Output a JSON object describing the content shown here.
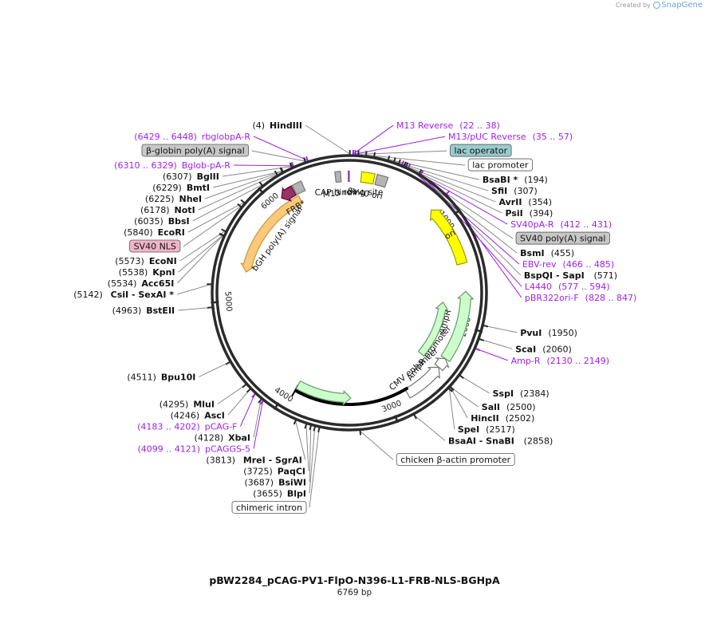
{
  "app": {
    "credit_prefix": "Created by",
    "brand": "SnapGene",
    "logo_icon": "snapgene-logo-icon"
  },
  "plasmid": {
    "name": "pBW2284_pCAG-PV1-FlpO-N396-L1-FRB-NLS-BGHpA",
    "length_label": "6769 bp",
    "length": 6769
  },
  "colors": {
    "backbone": "#2b2b2b",
    "site_text": "#111111",
    "primer_text": "#a020f0",
    "primer_line": "#a020f0",
    "leader": "#8a8a8a",
    "ori": "#ffff00",
    "ampr": "#ccffcc",
    "polya": "#f9c97c",
    "frb": "#993366",
    "gray_feature": "#b4b4b4",
    "lac_operator": "#99cccc",
    "sv40_nls": "#f0b4c8"
  },
  "ticks": [
    {
      "label": "1000",
      "pos": 1000
    },
    {
      "label": "2000",
      "pos": 2000
    },
    {
      "label": "3000",
      "pos": 3000
    },
    {
      "label": "4000",
      "pos": 4000
    },
    {
      "label": "5000",
      "pos": 5000
    },
    {
      "label": "6000",
      "pos": 6000
    }
  ],
  "labels": [
    {
      "id": "hindiii",
      "kind": "site",
      "side": "left",
      "pos": 4,
      "num": "(4)",
      "name": "HindIII"
    },
    {
      "id": "rbglobpa-r",
      "kind": "primer",
      "side": "left",
      "pos": 6440,
      "num": "(6429 .. 6448)",
      "name": "rbglobpA-R"
    },
    {
      "id": "beta-globin-polya",
      "kind": "box",
      "side": "left",
      "pos": 6420,
      "name": "β-globin poly(A) signal",
      "fill": "#c8c8c8"
    },
    {
      "id": "bglob-pa-r",
      "kind": "primer",
      "side": "left",
      "pos": 6320,
      "num": "(6310 .. 6329)",
      "name": "Bglob-pA-R"
    },
    {
      "id": "bglii",
      "kind": "site",
      "side": "left",
      "pos": 6307,
      "num": "(6307)",
      "name": "BglII"
    },
    {
      "id": "bmti",
      "kind": "site",
      "side": "left",
      "pos": 6229,
      "num": "(6229)",
      "name": "BmtI"
    },
    {
      "id": "nhei",
      "kind": "site",
      "side": "left",
      "pos": 6225,
      "num": "(6225)",
      "name": "NheI"
    },
    {
      "id": "noti",
      "kind": "site",
      "side": "left",
      "pos": 6178,
      "num": "(6178)",
      "name": "NotI"
    },
    {
      "id": "bbsi",
      "kind": "site",
      "side": "left",
      "pos": 6035,
      "num": "(6035)",
      "name": "BbsI"
    },
    {
      "id": "ecori",
      "kind": "site",
      "side": "left",
      "pos": 5840,
      "num": "(5840)",
      "name": "EcoRI"
    },
    {
      "id": "sv40-nls",
      "kind": "box",
      "side": "left",
      "pos": 5800,
      "name": "SV40 NLS",
      "fill": "#f0b4c8"
    },
    {
      "id": "econi",
      "kind": "site",
      "side": "left",
      "pos": 5573,
      "num": "(5573)",
      "name": "EcoNI"
    },
    {
      "id": "kpni",
      "kind": "site",
      "side": "left",
      "pos": 5538,
      "num": "(5538)",
      "name": "KpnI"
    },
    {
      "id": "acc65i",
      "kind": "site",
      "side": "left",
      "pos": 5534,
      "num": "(5534)",
      "name": "Acc65I"
    },
    {
      "id": "csi-sexai",
      "kind": "site",
      "side": "left",
      "pos": 5142,
      "num": "(5142)",
      "name": "CsiI  - SexAI *"
    },
    {
      "id": "bsteii",
      "kind": "site",
      "side": "left",
      "pos": 4963,
      "num": "(4963)",
      "name": "BstEII"
    },
    {
      "id": "bpu10i",
      "kind": "site",
      "side": "left",
      "pos": 4511,
      "num": "(4511)",
      "name": "Bpu10I"
    },
    {
      "id": "mlui",
      "kind": "site",
      "side": "left",
      "pos": 4295,
      "num": "(4295)",
      "name": "MluI"
    },
    {
      "id": "asci",
      "kind": "site",
      "side": "left",
      "pos": 4246,
      "num": "(4246)",
      "name": "AscI"
    },
    {
      "id": "pcag-f",
      "kind": "primer",
      "side": "left",
      "pos": 4192,
      "num": "(4183 .. 4202)",
      "name": "pCAG-F"
    },
    {
      "id": "xbai",
      "kind": "site",
      "side": "left",
      "pos": 4128,
      "num": "(4128)",
      "name": "XbaI"
    },
    {
      "id": "pcaggs-5",
      "kind": "primer",
      "side": "left",
      "pos": 4110,
      "num": "(4099 .. 4121)",
      "name": "pCAGGS-5"
    },
    {
      "id": "mrei-sgrai",
      "kind": "site",
      "side": "left",
      "pos": 3813,
      "num": "(3813)",
      "name": "MreI  - SgrAI"
    },
    {
      "id": "paqci",
      "kind": "site",
      "side": "left",
      "pos": 3725,
      "num": "(3725)",
      "name": "PaqCI"
    },
    {
      "id": "bsiwi",
      "kind": "site",
      "side": "left",
      "pos": 3687,
      "num": "(3687)",
      "name": "BsiWI"
    },
    {
      "id": "chimeric-intron",
      "kind": "box",
      "side": "left",
      "pos": 3620,
      "name": "chimeric intron",
      "fill": "#ffffff"
    },
    {
      "id": "blpi",
      "kind": "site",
      "side": "left",
      "pos": 3655,
      "num": "(3655)",
      "name": "BlpI"
    },
    {
      "id": "m13-reverse",
      "kind": "primer",
      "side": "right",
      "pos": 30,
      "num": "(22 .. 38)",
      "name": "M13 Reverse"
    },
    {
      "id": "lac-operator",
      "kind": "box",
      "side": "right",
      "pos": 70,
      "name": "lac operator",
      "fill": "#99cccc"
    },
    {
      "id": "m13-puc-reverse",
      "kind": "primer",
      "side": "right",
      "pos": 46,
      "num": "(35 .. 57)",
      "name": "M13/pUC Reverse"
    },
    {
      "id": "lac-promoter",
      "kind": "box",
      "side": "right",
      "pos": 130,
      "name": "lac promoter",
      "fill": "#ffffff"
    },
    {
      "id": "bsabi",
      "kind": "site",
      "side": "right",
      "pos": 194,
      "num": "(194)",
      "name": "BsaBI *"
    },
    {
      "id": "sfii",
      "kind": "site",
      "side": "right",
      "pos": 307,
      "num": "(307)",
      "name": "SfiI"
    },
    {
      "id": "avrii",
      "kind": "site",
      "side": "right",
      "pos": 354,
      "num": "(354)",
      "name": "AvrII"
    },
    {
      "id": "psii",
      "kind": "site",
      "side": "right",
      "pos": 394,
      "num": "(394)",
      "name": "PsiI"
    },
    {
      "id": "sv40pa-r",
      "kind": "primer",
      "side": "right",
      "pos": 421,
      "num": "(412 .. 431)",
      "name": "SV40pA-R"
    },
    {
      "id": "sv40-polya",
      "kind": "box",
      "side": "right",
      "pos": 440,
      "name": "SV40 poly(A) signal",
      "fill": "#c8c8c8"
    },
    {
      "id": "bsmi",
      "kind": "site",
      "side": "right",
      "pos": 455,
      "num": "(455)",
      "name": "BsmI"
    },
    {
      "id": "ebv-rev",
      "kind": "primer",
      "side": "right",
      "pos": 475,
      "num": "(466 .. 485)",
      "name": "EBV-rev"
    },
    {
      "id": "bspqi-sapi",
      "kind": "site",
      "side": "right",
      "pos": 571,
      "num": "(571)",
      "name": "BspQI  - SapI"
    },
    {
      "id": "l4440",
      "kind": "primer",
      "side": "right",
      "pos": 585,
      "num": "(577 .. 594)",
      "name": "L4440"
    },
    {
      "id": "pbr322ori-f",
      "kind": "primer",
      "side": "right",
      "pos": 837,
      "num": "(828 .. 847)",
      "name": "pBR322ori-F"
    },
    {
      "id": "pvui",
      "kind": "site",
      "side": "right",
      "pos": 1950,
      "num": "(1950)",
      "name": "PvuI"
    },
    {
      "id": "scai",
      "kind": "site",
      "side": "right",
      "pos": 2060,
      "num": "(2060)",
      "name": "ScaI"
    },
    {
      "id": "amp-r",
      "kind": "primer",
      "side": "right",
      "pos": 2140,
      "num": "(2130 .. 2149)",
      "name": "Amp-R"
    },
    {
      "id": "sspi",
      "kind": "site",
      "side": "right",
      "pos": 2384,
      "num": "(2384)",
      "name": "SspI"
    },
    {
      "id": "sali",
      "kind": "site",
      "side": "right",
      "pos": 2500,
      "num": "(2500)",
      "name": "SalI"
    },
    {
      "id": "hincii",
      "kind": "site",
      "side": "right",
      "pos": 2502,
      "num": "(2502)",
      "name": "HincII"
    },
    {
      "id": "spei",
      "kind": "site",
      "side": "right",
      "pos": 2517,
      "num": "(2517)",
      "name": "SpeI"
    },
    {
      "id": "bsaai-snabi",
      "kind": "site",
      "side": "right",
      "pos": 2858,
      "num": "(2858)",
      "name": "BsaAI  - SnaBI"
    },
    {
      "id": "chicken-actin-promoter",
      "kind": "box",
      "side": "right",
      "pos": 3300,
      "name": "chicken β-actin promoter",
      "fill": "#ffffff"
    }
  ],
  "features": [
    {
      "id": "ori",
      "name": "ori",
      "start": 840,
      "end": 1420,
      "strand": -1,
      "track": 2,
      "fill": "#ffff00",
      "stroke": "#999900",
      "label_mode": "inside"
    },
    {
      "id": "ampr",
      "name": "AmpR",
      "start": 1680,
      "end": 2340,
      "strand": -1,
      "track": 2,
      "fill": "#ccffcc",
      "stroke": "#669966",
      "label_mode": "outside"
    },
    {
      "id": "ampr-promoter",
      "name": "AmpR promoter",
      "start": 2340,
      "end": 2440,
      "strand": -1,
      "track": 2,
      "fill": "#ffffff",
      "stroke": "#777777",
      "label_mode": "outside"
    },
    {
      "id": "cmv-enhancer",
      "name": "CMV enhancer",
      "start": 2440,
      "end": 2820,
      "strand": -1,
      "track": 2,
      "fill": "#ffffff",
      "stroke": "#777777",
      "label_mode": "outside"
    },
    {
      "id": "flpo-n396",
      "name": "",
      "start": 2790,
      "end": 3930,
      "strand": 1,
      "track": 2,
      "fill": "#000000",
      "stroke": "#000000",
      "label_mode": "none"
    },
    {
      "id": "orf-2",
      "name": "",
      "start": 1800,
      "end": 2450,
      "strand": -1,
      "track": 0,
      "fill": "#ccffcc",
      "stroke": "#669966",
      "label_mode": "none"
    },
    {
      "id": "orf-3",
      "name": "",
      "start": 3370,
      "end": 3930,
      "strand": -1,
      "track": 1,
      "fill": "#ccffcc",
      "stroke": "#669966",
      "label_mode": "none"
    },
    {
      "id": "bgh-polya",
      "name": "bGH poly(A) signal",
      "start": 5290,
      "end": 6250,
      "strand": -1,
      "track": 1,
      "fill": "#f9c97c",
      "stroke": "#cc9933",
      "label_mode": "outside"
    },
    {
      "id": "frb",
      "name": "FRB*",
      "start": 6100,
      "end": 6230,
      "strand": -1,
      "track": 2,
      "fill": "#993366",
      "stroke": "#660033",
      "label_mode": "outside"
    },
    {
      "id": "nls",
      "name": "",
      "start": 6240,
      "end": 6330,
      "strand": 0,
      "track": 2,
      "fill": "#b4b4b4",
      "stroke": "#777777",
      "label_mode": "none"
    },
    {
      "id": "m13-rev-f",
      "name": "M13 rev",
      "start": 6640,
      "end": 6690,
      "strand": 0,
      "track": 2,
      "fill": "#b4b4b4",
      "stroke": "#777777",
      "label_mode": "outside"
    },
    {
      "id": "cap-site",
      "name": "CAP binding site",
      "start": 6760,
      "end": 6769,
      "strand": 0,
      "track": 2,
      "fill": "#cc88ff",
      "stroke": "#7744aa",
      "label_mode": "outside"
    },
    {
      "id": "sv40-ori",
      "name": "SV40 ori",
      "start": 110,
      "end": 230,
      "strand": 0,
      "track": 2,
      "fill": "#ffff00",
      "stroke": "#999900",
      "label_mode": "outside"
    },
    {
      "id": "sv40-small",
      "name": "",
      "start": 250,
      "end": 350,
      "strand": 0,
      "track": 2,
      "fill": "#b4b4b4",
      "stroke": "#777777",
      "label_mode": "none"
    }
  ]
}
